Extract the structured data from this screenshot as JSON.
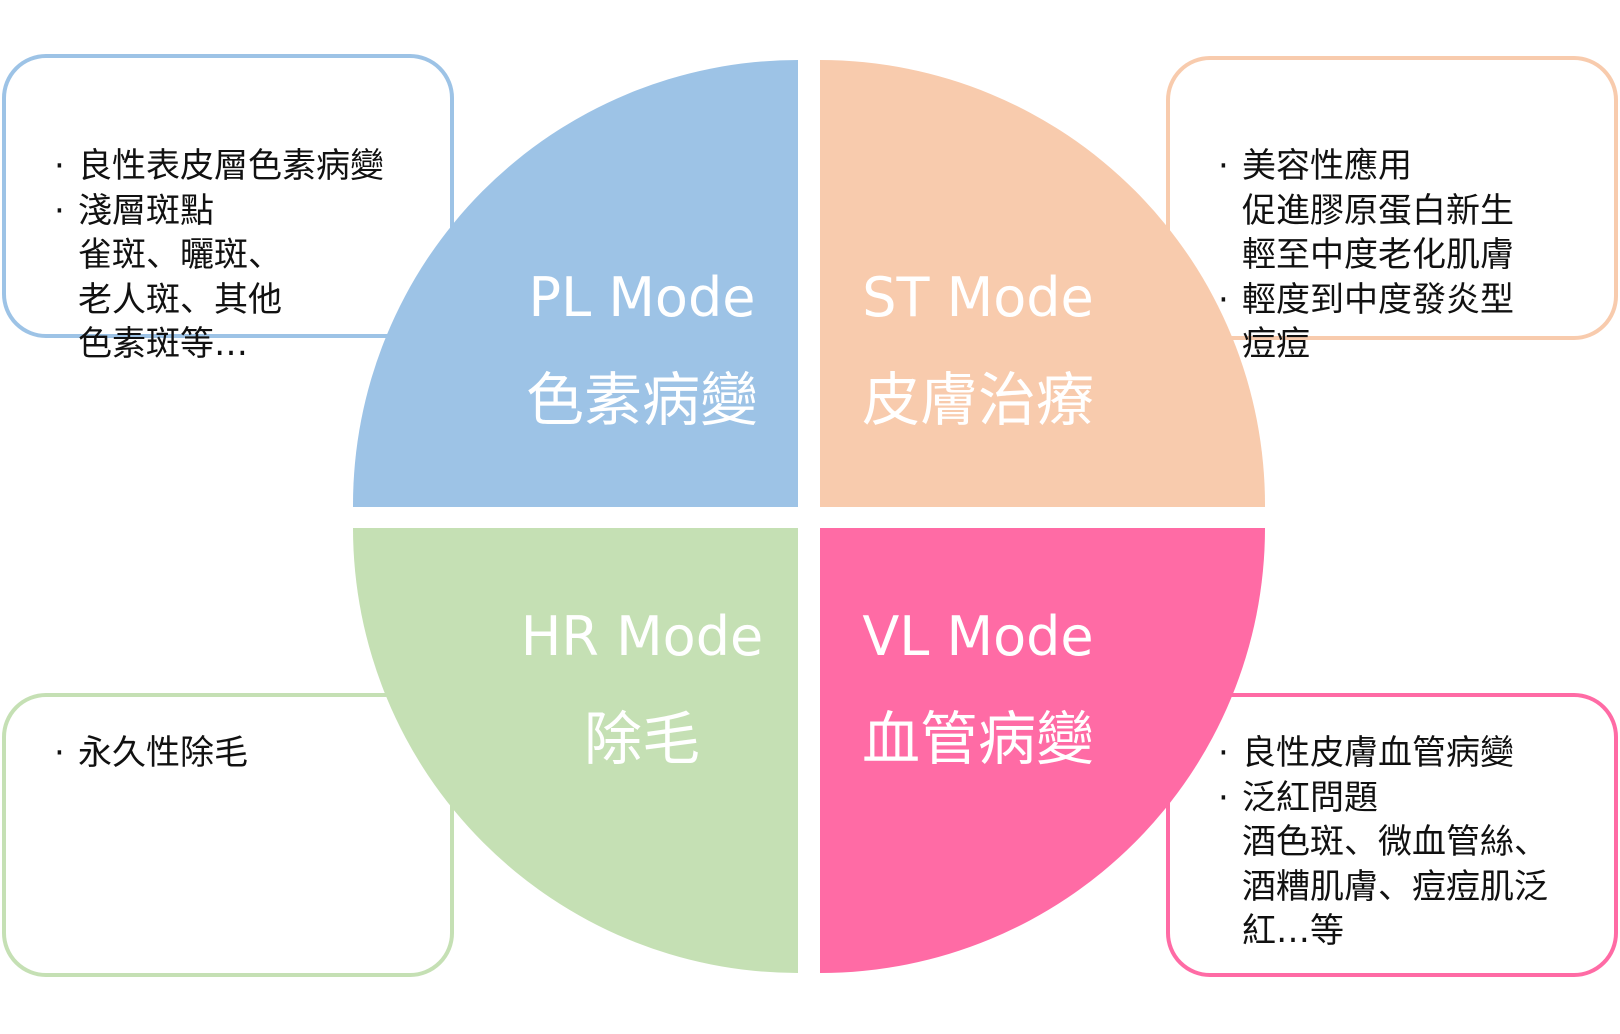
{
  "colors": {
    "pl": "#9dc3e6",
    "st": "#f8cbad",
    "hr": "#c5e0b4",
    "vl": "#ff6ba5"
  },
  "quadrants": {
    "pl": {
      "mode": "PL Mode",
      "name": "色素病變"
    },
    "st": {
      "mode": "ST Mode",
      "name": "皮膚治療"
    },
    "hr": {
      "mode": "HR Mode",
      "name": "除毛"
    },
    "vl": {
      "mode": "VL Mode",
      "name": "血管病變"
    }
  },
  "boxes": {
    "pl": [
      {
        "bullet": "·",
        "text": "良性表皮層色素病變"
      },
      {
        "bullet": "·",
        "text": "淺層斑點"
      },
      {
        "bullet": "",
        "text": "雀斑、曬斑、"
      },
      {
        "bullet": "",
        "text": "老人斑、其他"
      },
      {
        "bullet": "",
        "text": "色素斑等…"
      }
    ],
    "st": [
      {
        "bullet": "·",
        "text": "美容性應用"
      },
      {
        "bullet": "",
        "text": "促進膠原蛋白新生"
      },
      {
        "bullet": "",
        "text": "輕至中度老化肌膚"
      },
      {
        "bullet": "·",
        "text": "輕度到中度發炎型"
      },
      {
        "bullet": "",
        "text": "痘痘"
      }
    ],
    "hr": [
      {
        "bullet": "·",
        "text": "永久性除毛"
      }
    ],
    "vl": [
      {
        "bullet": "·",
        "text": "良性皮膚血管病變"
      },
      {
        "bullet": "·",
        "text": "泛紅問題"
      },
      {
        "bullet": "",
        "text": "酒色斑、微血管絲、"
      },
      {
        "bullet": "",
        "text": "酒糟肌膚、痘痘肌泛"
      },
      {
        "bullet": "",
        "text": "紅…等"
      }
    ]
  }
}
